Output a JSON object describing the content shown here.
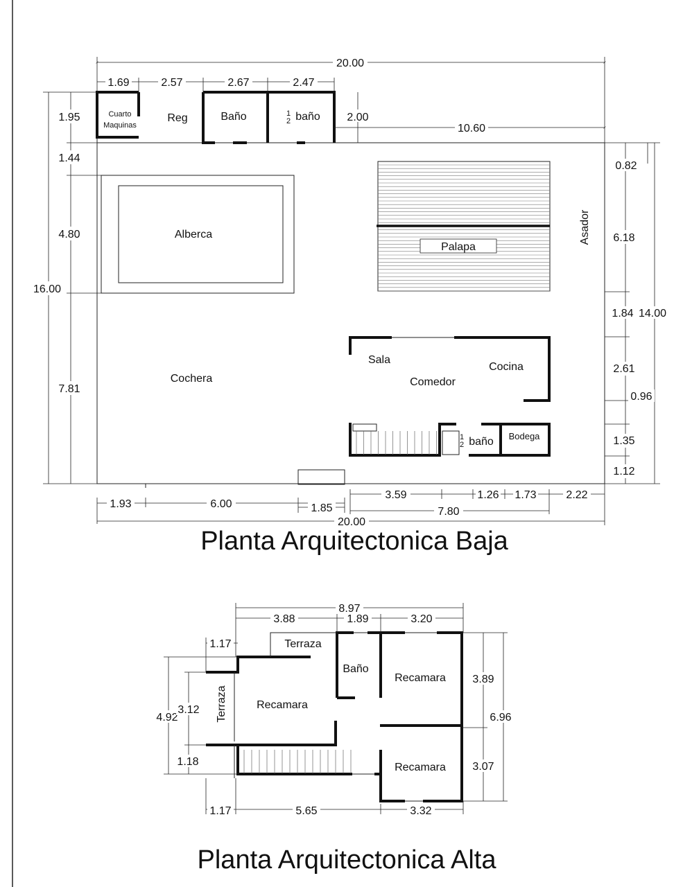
{
  "titles": {
    "lower": "Planta Arquitectonica Baja",
    "upper": "Planta Arquitectonica Alta"
  },
  "lower": {
    "rooms": {
      "cuarto": "Cuarto",
      "maquinas": "Maquinas",
      "reg": "Reg",
      "bano": "Baño",
      "half_frac_num": "1",
      "half_frac_den": "2",
      "half_bano": "baño",
      "alberca": "Alberca",
      "palapa": "Palapa",
      "asador": "Asador",
      "cochera": "Cochera",
      "sala": "Sala",
      "comedor": "Comedor",
      "cocina": "Cocina",
      "half_bano_2": "baño",
      "bodega": "Bodega"
    },
    "dims": {
      "top_total": "20.00",
      "top_1": "1.69",
      "top_2": "2.57",
      "top_3": "2.67",
      "top_4": "2.47",
      "top_5": "2.00",
      "top_6": "10.60",
      "left_1": "1.95",
      "left_2": "1.44",
      "left_3": "4.80",
      "left_total": "16.00",
      "left_4": "7.81",
      "right_1": "0.82",
      "right_2": "6.18",
      "right_3": "1.84",
      "right_total": "14.00",
      "right_4": "2.61",
      "right_5": "0.96",
      "right_6": "1.35",
      "right_7": "1.12",
      "bot_1": "1.93",
      "bot_2": "6.00",
      "bot_3": "1.85",
      "bot_4": "3.59",
      "bot_5": "1.26",
      "bot_6": "1.73",
      "bot_7": "2.22",
      "bot_8": "7.80",
      "bot_total": "20.00"
    }
  },
  "upper": {
    "rooms": {
      "terraza_top": "Terraza",
      "terraza_left": "Terraza",
      "bano": "Baño",
      "recamara_1": "Recamara",
      "recamara_2": "Recamara",
      "recamara_3": "Recamara"
    },
    "dims": {
      "top_total": "8.97",
      "top_1": "3.88",
      "top_2": "1.89",
      "top_3": "3.20",
      "left_a": "1.17",
      "left_total": "4.92",
      "left_1": "3.12",
      "left_2": "1.18",
      "right_1": "3.89",
      "right_total": "6.96",
      "right_2": "3.07",
      "bot_1": "1.17",
      "bot_2": "5.65",
      "bot_3": "3.32"
    }
  }
}
